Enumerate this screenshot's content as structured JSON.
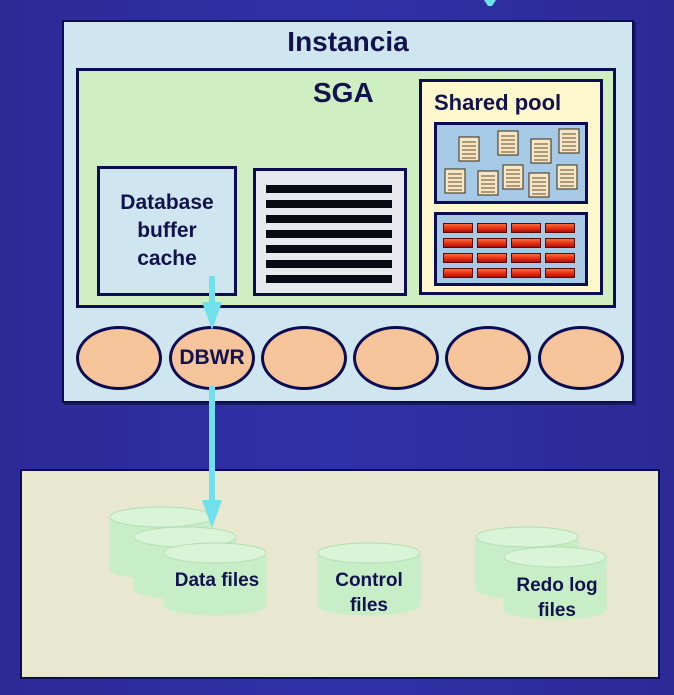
{
  "instance": {
    "title": "Instancia"
  },
  "sga": {
    "title": "SGA",
    "buffer_cache_label": "Database\nbuffer\ncache",
    "shared_pool_label": "Shared pool"
  },
  "processes": [
    "",
    "DBWR",
    "",
    "",
    "",
    ""
  ],
  "files": {
    "data_files": "Data files",
    "control_files": "Control\nfiles",
    "redo_log_files": "Redo log\nfiles"
  },
  "colors": {
    "background": "#2f31a8",
    "instance": "#cfe6f0",
    "sga": "#cfeec2",
    "shared_pool": "#fff8cc",
    "process": "#f6c49a",
    "files_area": "#e8e7cf",
    "cylinder": "#c8eec8",
    "arrow": "#6fe0ec"
  }
}
